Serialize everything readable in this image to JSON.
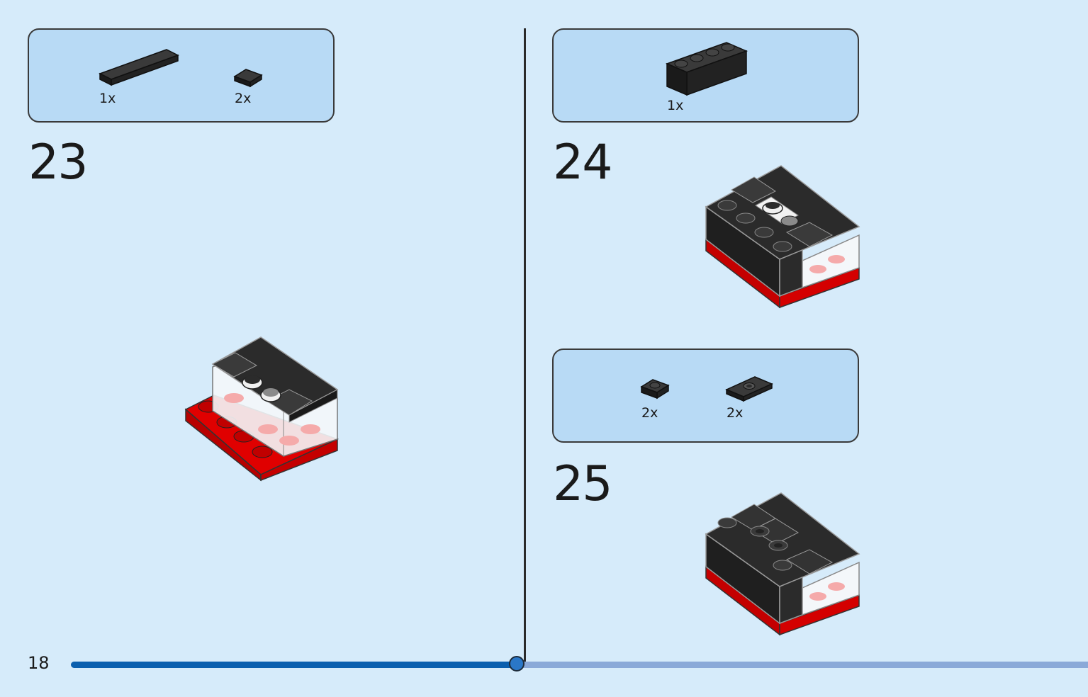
{
  "page": {
    "number": "18",
    "progress_fraction": 0.47
  },
  "steps": [
    {
      "number": "23",
      "parts": [
        {
          "icon": "black-tile-1x6",
          "qty": "1x"
        },
        {
          "icon": "black-tile-1x1",
          "qty": "2x"
        }
      ]
    },
    {
      "number": "24",
      "parts": [
        {
          "icon": "black-brick-1x4",
          "qty": "1x"
        }
      ]
    },
    {
      "number": "25",
      "parts": [
        {
          "icon": "black-plate-1x1",
          "qty": "2x"
        },
        {
          "icon": "black-jumper-plate-1x2",
          "qty": "2x"
        }
      ]
    }
  ],
  "colors": {
    "background": "#d6ebfa",
    "parts_box": "#b8daf5",
    "brick_black": "#2b2b2b",
    "brick_red": "#d40000",
    "progress_done": "#0a5fae",
    "progress_rest": "#8aa9d8"
  }
}
